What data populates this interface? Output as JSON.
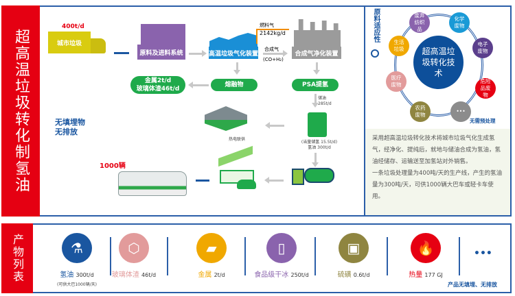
{
  "title": "超高温垃圾转化制氢油",
  "flow": {
    "truck_rate": "400t/d",
    "truck_label": "城市垃圾",
    "feed": "原料及进料系统",
    "gasifier": "高温垃圾气化装置",
    "purifier": "合成气净化装置",
    "fuel_gas": "燃料气",
    "fuel_rate": "2142kg/d",
    "syngas": "合成气",
    "syngas_formula": "(CO+H₂)",
    "melt": "熔融物",
    "metals_glass": "金属2t/d\n玻璃体渣46t/d",
    "psa": "PSA提氢",
    "oil_store": "储油",
    "oil_store_rate": "285t/d",
    "h2_equiv": "(当量储氢 15.5t/d)",
    "h2_oil": "氢油 300t/d",
    "chp": "热电联供",
    "no_landfill": "无填埋物",
    "no_emission": "无排放",
    "buses": "1000辆"
  },
  "adapt": {
    "label": "原料适应性",
    "center": "超高温垃圾转化技术",
    "no_pretreat": "无需预处理",
    "items": [
      {
        "label": "废弃纺织品",
        "color": "#8a63ad"
      },
      {
        "label": "化学废物",
        "color": "#1a9ad6"
      },
      {
        "label": "电子废物",
        "color": "#5b3f8c"
      },
      {
        "label": "危险品废物",
        "color": "#e60012"
      },
      {
        "label": "•••",
        "color": "#8c8c8c"
      },
      {
        "label": "农药废物",
        "color": "#8f8540"
      },
      {
        "label": "医疗废物",
        "color": "#e29b9b"
      },
      {
        "label": "生活垃圾",
        "color": "#f0a800"
      }
    ]
  },
  "description": "采用超高温垃圾转化技术将城市垃圾气化生成氢气，经净化、提纯后，就地与储油合成为氢油，氢油经储存、运输送至加氢站对外销售。\n一条垃圾处理量为400吨/天的生产线，产生的氢油量为300吨/天，可供1000辆大巴车或轻卡车使用。",
  "products": {
    "label": "产物列表",
    "items": [
      {
        "name": "氢油",
        "value": "300t/d",
        "note": "(可供大巴1000辆/天)",
        "color": "#1a56a0"
      },
      {
        "name": "玻璃体渣",
        "value": "46t/d",
        "color": "#e29b9b"
      },
      {
        "name": "金属",
        "value": "2t/d",
        "color": "#f0a800"
      },
      {
        "name": "食品级干冰",
        "value": "250t/d",
        "color": "#8a63ad"
      },
      {
        "name": "硫磺",
        "value": "0.6t/d",
        "color": "#8f8540"
      },
      {
        "name": "热量",
        "value": "177 GJ",
        "color": "#e60012"
      }
    ],
    "more": "•••",
    "footer": "产品无填埋、无排放"
  }
}
